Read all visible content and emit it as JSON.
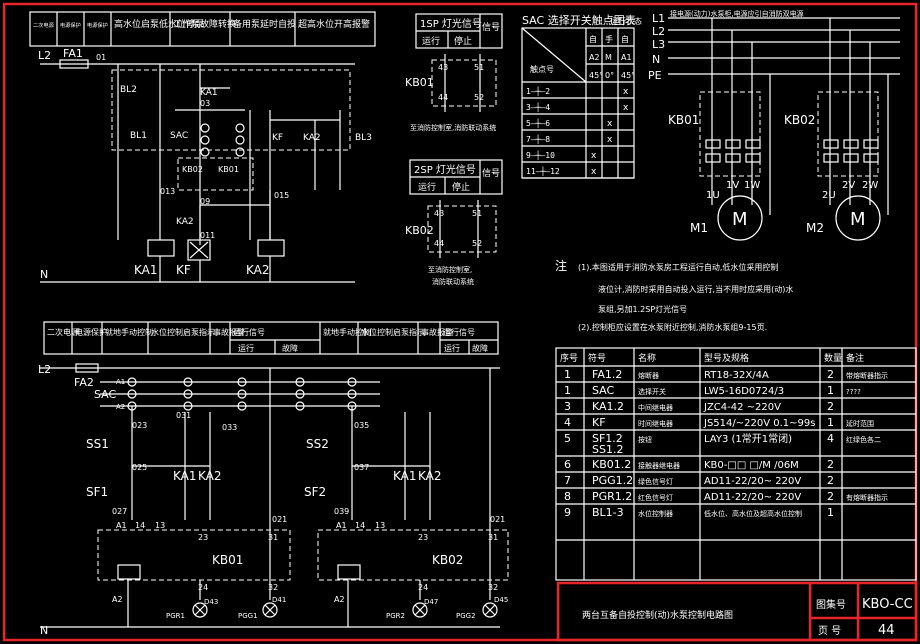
{
  "top_header": [
    "二次电源",
    "电源保护",
    "电源保护",
    "高水位启泵低水位停泵",
    "工作泵故障转换",
    "备用泵延时自投",
    "超高水位开高报警"
  ],
  "top_labels": {
    "l2": "L2",
    "fa1": "FA1",
    "w01": "01",
    "bl2": "BL2",
    "ka1_contact": "KA1",
    "w03": "03",
    "bl1": "BL1",
    "sac": "SAC",
    "kf_contact": "KF",
    "ka2_contact": "KA2",
    "bl3": "BL3",
    "kb02": "KB02",
    "kb01": "KB01",
    "w013": "013",
    "w015": "015",
    "w09": "09",
    "ka2_b": "KA2",
    "w011": "011",
    "coil_ka1": "KA1",
    "coil_kf": "KF",
    "coil_ka2": "KA2",
    "n": "N"
  },
  "sp1": {
    "title": "1SP 灯光信号",
    "c1": "运行",
    "c2": "停止",
    "c3": "信号",
    "kb": "KB01",
    "n43": "43",
    "n51": "51",
    "n44": "44",
    "n52": "52",
    "note": "至消防控制室,消防联动系统"
  },
  "sp2": {
    "title": "2SP 灯光信号",
    "c1": "运行",
    "c2": "停止",
    "c3": "信号",
    "kb": "KB02",
    "n43": "43",
    "n51": "51",
    "n44": "44",
    "n52": "52",
    "note1": "至消防控制室,",
    "note2": "消防联动系统"
  },
  "sac_table": {
    "title": "SAC 选择开关触点图表",
    "subtitle": "运行状态",
    "head1": [
      "自",
      "手",
      "自"
    ],
    "head2": [
      "A2",
      "M",
      "A1"
    ],
    "head3": [
      "45°",
      "0°",
      "45°"
    ],
    "rowhead": "触点号",
    "rows": [
      {
        "c": "1—┼—2",
        "m": [
          "",
          "",
          "x"
        ]
      },
      {
        "c": "3—┼—4",
        "m": [
          "",
          "",
          "x"
        ]
      },
      {
        "c": "5—┼—6",
        "m": [
          "",
          "x",
          ""
        ]
      },
      {
        "c": "7—┼—8",
        "m": [
          "",
          "x",
          ""
        ]
      },
      {
        "c": "9—┼—10",
        "m": [
          "x",
          "",
          ""
        ]
      },
      {
        "c": "11—┼—12",
        "m": [
          "x",
          "",
          ""
        ]
      }
    ]
  },
  "power": {
    "l1": "L1",
    "l2": "L2",
    "l3": "L3",
    "n": "N",
    "pe": "PE",
    "note": "接电源(动力)水泵柜,电源应引自消防双电源",
    "kb01": "KB01",
    "kb02": "KB02",
    "u1": "1U",
    "v1": "1V",
    "w1": "1W",
    "u2": "2U",
    "v2": "2V",
    "w2": "2W",
    "m1": "M1",
    "m2": "M2",
    "motor": "M"
  },
  "notes": {
    "head": "注",
    "n1a": "(1).本图适用于消防水泵房工程运行自动,低水位采用控制",
    "n1b": "液位计,消防时采用自动投入运行,当不用时应采用(动)水",
    "n1c": "泵组,另加1.2SP灯光信号",
    "n2": "(2).控制柜应设置在水泵附近控制,消防水泵组9-15页."
  },
  "parts_table": {
    "headers": [
      "序号",
      "符号",
      "名称",
      "型号及规格",
      "数量",
      "备注"
    ],
    "rows": [
      {
        "no": "1",
        "sym": "FA1.2",
        "name": "熔断器",
        "spec": "RT18-32X/4A",
        "qty": "2",
        "note": "带熔断器指示"
      },
      {
        "no": "1",
        "sym": "SAC",
        "name": "选择开关",
        "spec": "LW5-16D0724/3",
        "qty": "1",
        "note": "????"
      },
      {
        "no": "3",
        "sym": "KA1.2",
        "name": "中间继电器",
        "spec": "JZC4-42 ~220V",
        "qty": "2",
        "note": ""
      },
      {
        "no": "4",
        "sym": "KF",
        "name": "时间继电器",
        "spec": "JS514/~220V 0.1~99s",
        "qty": "1",
        "note": "延时范围"
      },
      {
        "no": "5",
        "sym": "SF1.2",
        "sym2": "SS1.2",
        "name": "按钮",
        "spec": "LAY3 (1常开1常闭)",
        "qty": "4",
        "note": "红绿色各二"
      },
      {
        "no": "6",
        "sym": "KB01.2",
        "name": "接触器继电器",
        "spec": "KB0-□□ □/M /06M",
        "qty": "2",
        "note": ""
      },
      {
        "no": "7",
        "sym": "PGG1.2",
        "name": "绿色信号灯",
        "spec": "AD11-22/20~ 220V",
        "qty": "2",
        "note": ""
      },
      {
        "no": "8",
        "sym": "PGR1.2",
        "name": "红色信号灯",
        "spec": "AD11-22/20~ 220V",
        "qty": "2",
        "note": "有熔断器指示"
      },
      {
        "no": "9",
        "sym": "BL1-3",
        "name": "水位控制器",
        "spec": "低水位、高水位及超高水位控制",
        "qty": "1",
        "note": ""
      }
    ]
  },
  "title_block": {
    "title": "两台互备自投控制(动)水泵控制电路图",
    "drawing_no_label": "图集号",
    "drawing_no": "KBO-CC",
    "page_label": "页 号",
    "page": "44"
  },
  "bottom_header": [
    "二次电源",
    "电源保护",
    "就地手动控制",
    "水位控制启泵指示",
    "事故报警",
    "运行信号",
    "就地手动控制",
    "水位控制启泵指示",
    "事故报警",
    "运行信号"
  ],
  "bottom_sub": [
    "运行",
    "故障",
    "运行",
    "故障"
  ],
  "bottom_labels": {
    "l2": "L2",
    "fa2": "FA2",
    "sac": "SAC",
    "a1": "A1",
    "a2": "A2",
    "w031": "031",
    "w033": "033",
    "w023": "023",
    "w035": "035",
    "ss1": "SS1",
    "ss2": "SS2",
    "w025": "025",
    "w037": "037",
    "ka1": "KA1",
    "ka2": "KA2",
    "sf1": "SF1",
    "sf2": "SF2",
    "w027": "027",
    "w039": "039",
    "w021": "021",
    "kb01": "KB01",
    "kb02": "KB02",
    "a1b": "A1",
    "n14": "14",
    "n13": "13",
    "n23": "23",
    "n31": "31",
    "n24": "24",
    "n32": "32",
    "a2b": "A2",
    "pgr1": "PGR1",
    "pgg1": "PGG1",
    "pgr2": "PGR2",
    "pgg2": "PGG2",
    "d43": "D43",
    "d41": "D41",
    "d47": "D47",
    "d45": "D45",
    "n": "N"
  }
}
